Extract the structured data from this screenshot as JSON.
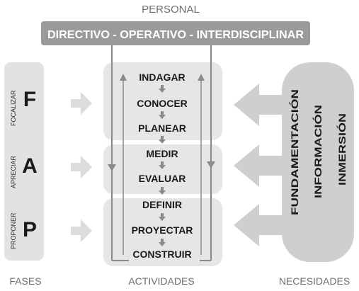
{
  "header": {
    "title": "PERSONAL",
    "banner": "DIRECTIVO - OPERATIVO - INTERDISCIPLINAR"
  },
  "phases": [
    {
      "letter": "F",
      "label": "FOCALIZAR"
    },
    {
      "letter": "A",
      "label": "APRECIAR"
    },
    {
      "letter": "P",
      "label": "PROPONER"
    }
  ],
  "activities": [
    "INDAGAR",
    "CONOCER",
    "PLANEAR",
    "MEDIR",
    "EVALUAR",
    "DEFINIR",
    "PROYECTAR",
    "CONSTRUIR"
  ],
  "needs": [
    "FUNDAMENTACIÓN",
    "INFORMACIÓN",
    "INMERSIÓN"
  ],
  "footer": {
    "left": "FASES",
    "center": "ACTIVIDADES",
    "right": "NECESIDADES"
  },
  "colors": {
    "banner": "#9a9a9a",
    "panel": "#e2e2e2",
    "activity_group": "#e6e6e6",
    "small_arrow": "#dcdcdc",
    "big_arrow": "#cfcfcf",
    "text": "#1a1a1a",
    "label_gray": "#6f6f6f",
    "line": "#8a8a8a"
  }
}
